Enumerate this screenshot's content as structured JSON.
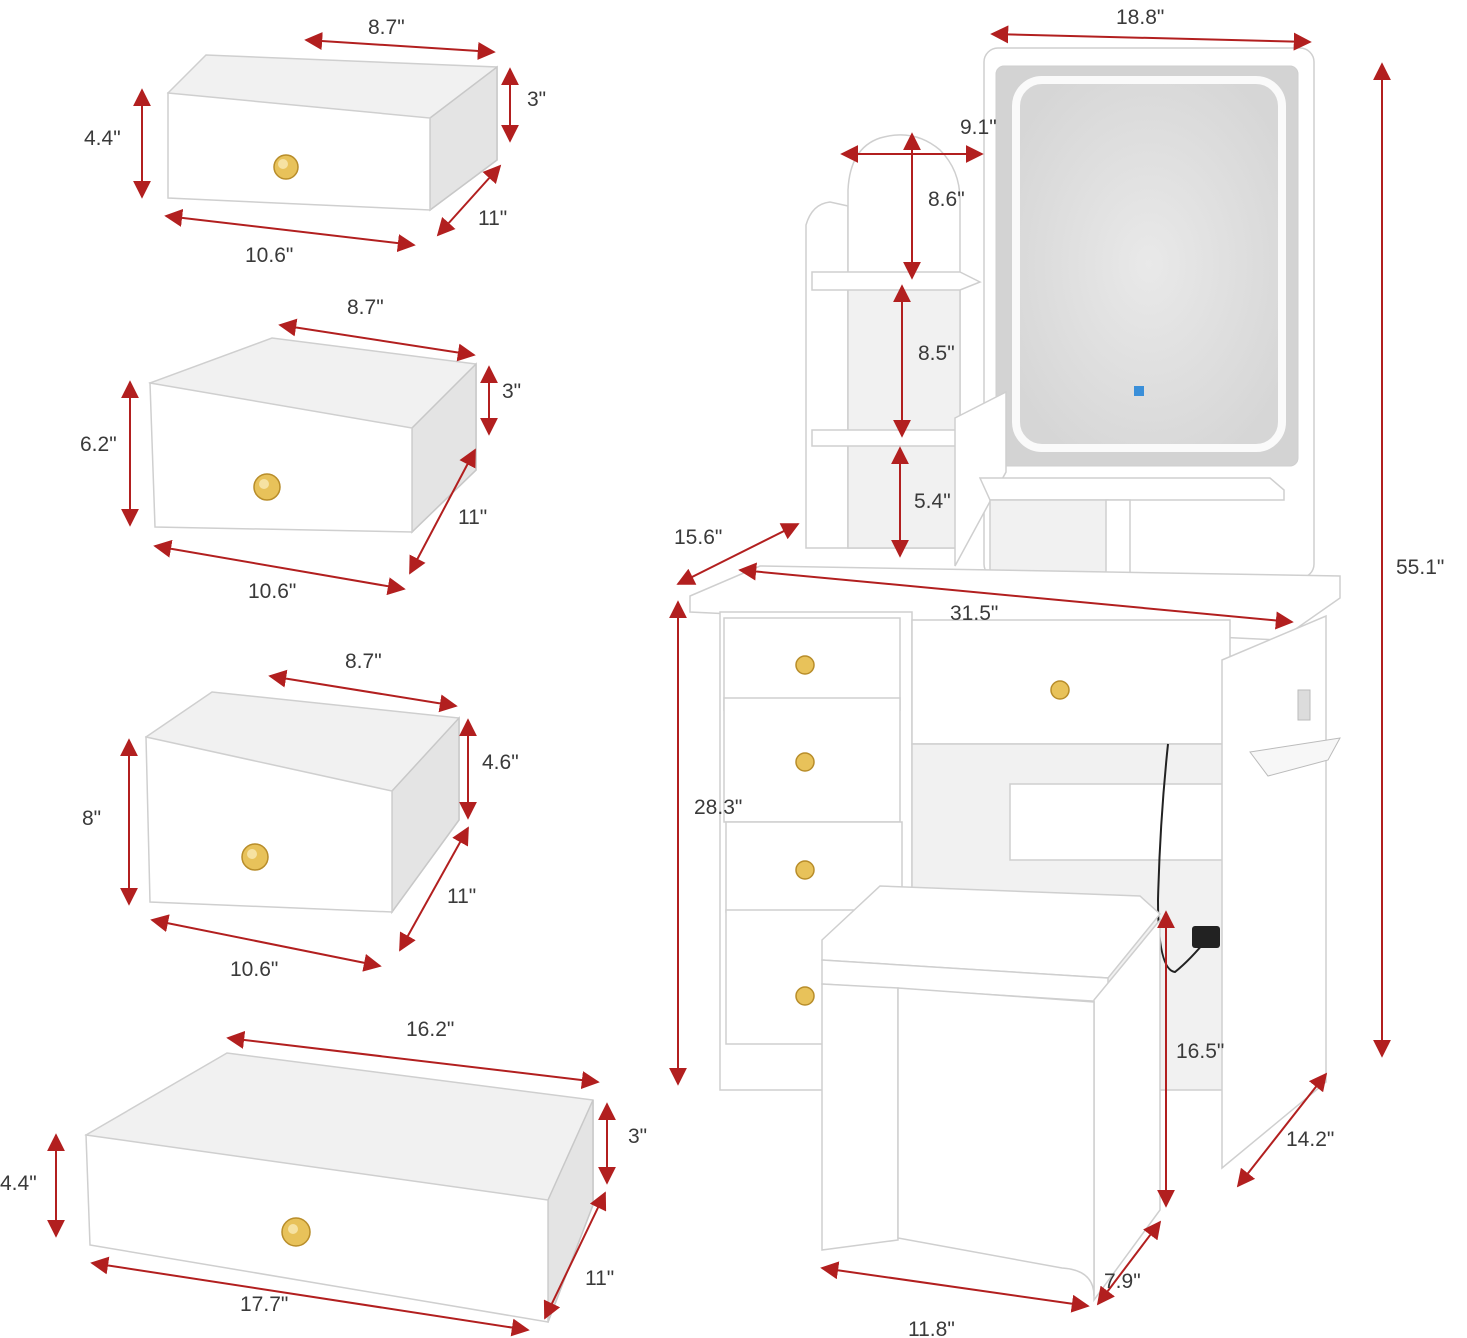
{
  "colors": {
    "dimension_arrow": "#b21f1f",
    "furniture": "#ffffff",
    "knob": "#e8c25a",
    "mirror_light": "#f4f4f4"
  },
  "drawer1": {
    "width_top": "8.7\"",
    "height_front": "4.4\"",
    "depth_inner": "3\"",
    "width_front": "10.6\"",
    "length": "11\""
  },
  "drawer2": {
    "width_top": "8.7\"",
    "height_front": "6.2\"",
    "depth_inner": "3\"",
    "width_front": "10.6\"",
    "length": "11\""
  },
  "drawer3": {
    "width_top": "8.7\"",
    "height_front": "8\"",
    "depth_inner": "4.6\"",
    "width_front": "10.6\"",
    "length": "11\""
  },
  "drawer4": {
    "width_top": "16.2\"",
    "height_front": "4.4\"",
    "depth_inner": "3\"",
    "width_front": "17.7\"",
    "length": "11\""
  },
  "vanity": {
    "mirror_width": "18.8\"",
    "arch_width": "9.1\"",
    "arch_height": "8.6\"",
    "shelf_gap": "8.5\"",
    "lower_shelf_gap": "5.4\"",
    "total_height": "55.1\"",
    "table_depth": "15.6\"",
    "table_width": "31.5\"",
    "table_height": "28.3\"",
    "side_depth": "14.2\""
  },
  "stool": {
    "height": "16.5\"",
    "width": "11.8\"",
    "depth": "7.9\""
  }
}
